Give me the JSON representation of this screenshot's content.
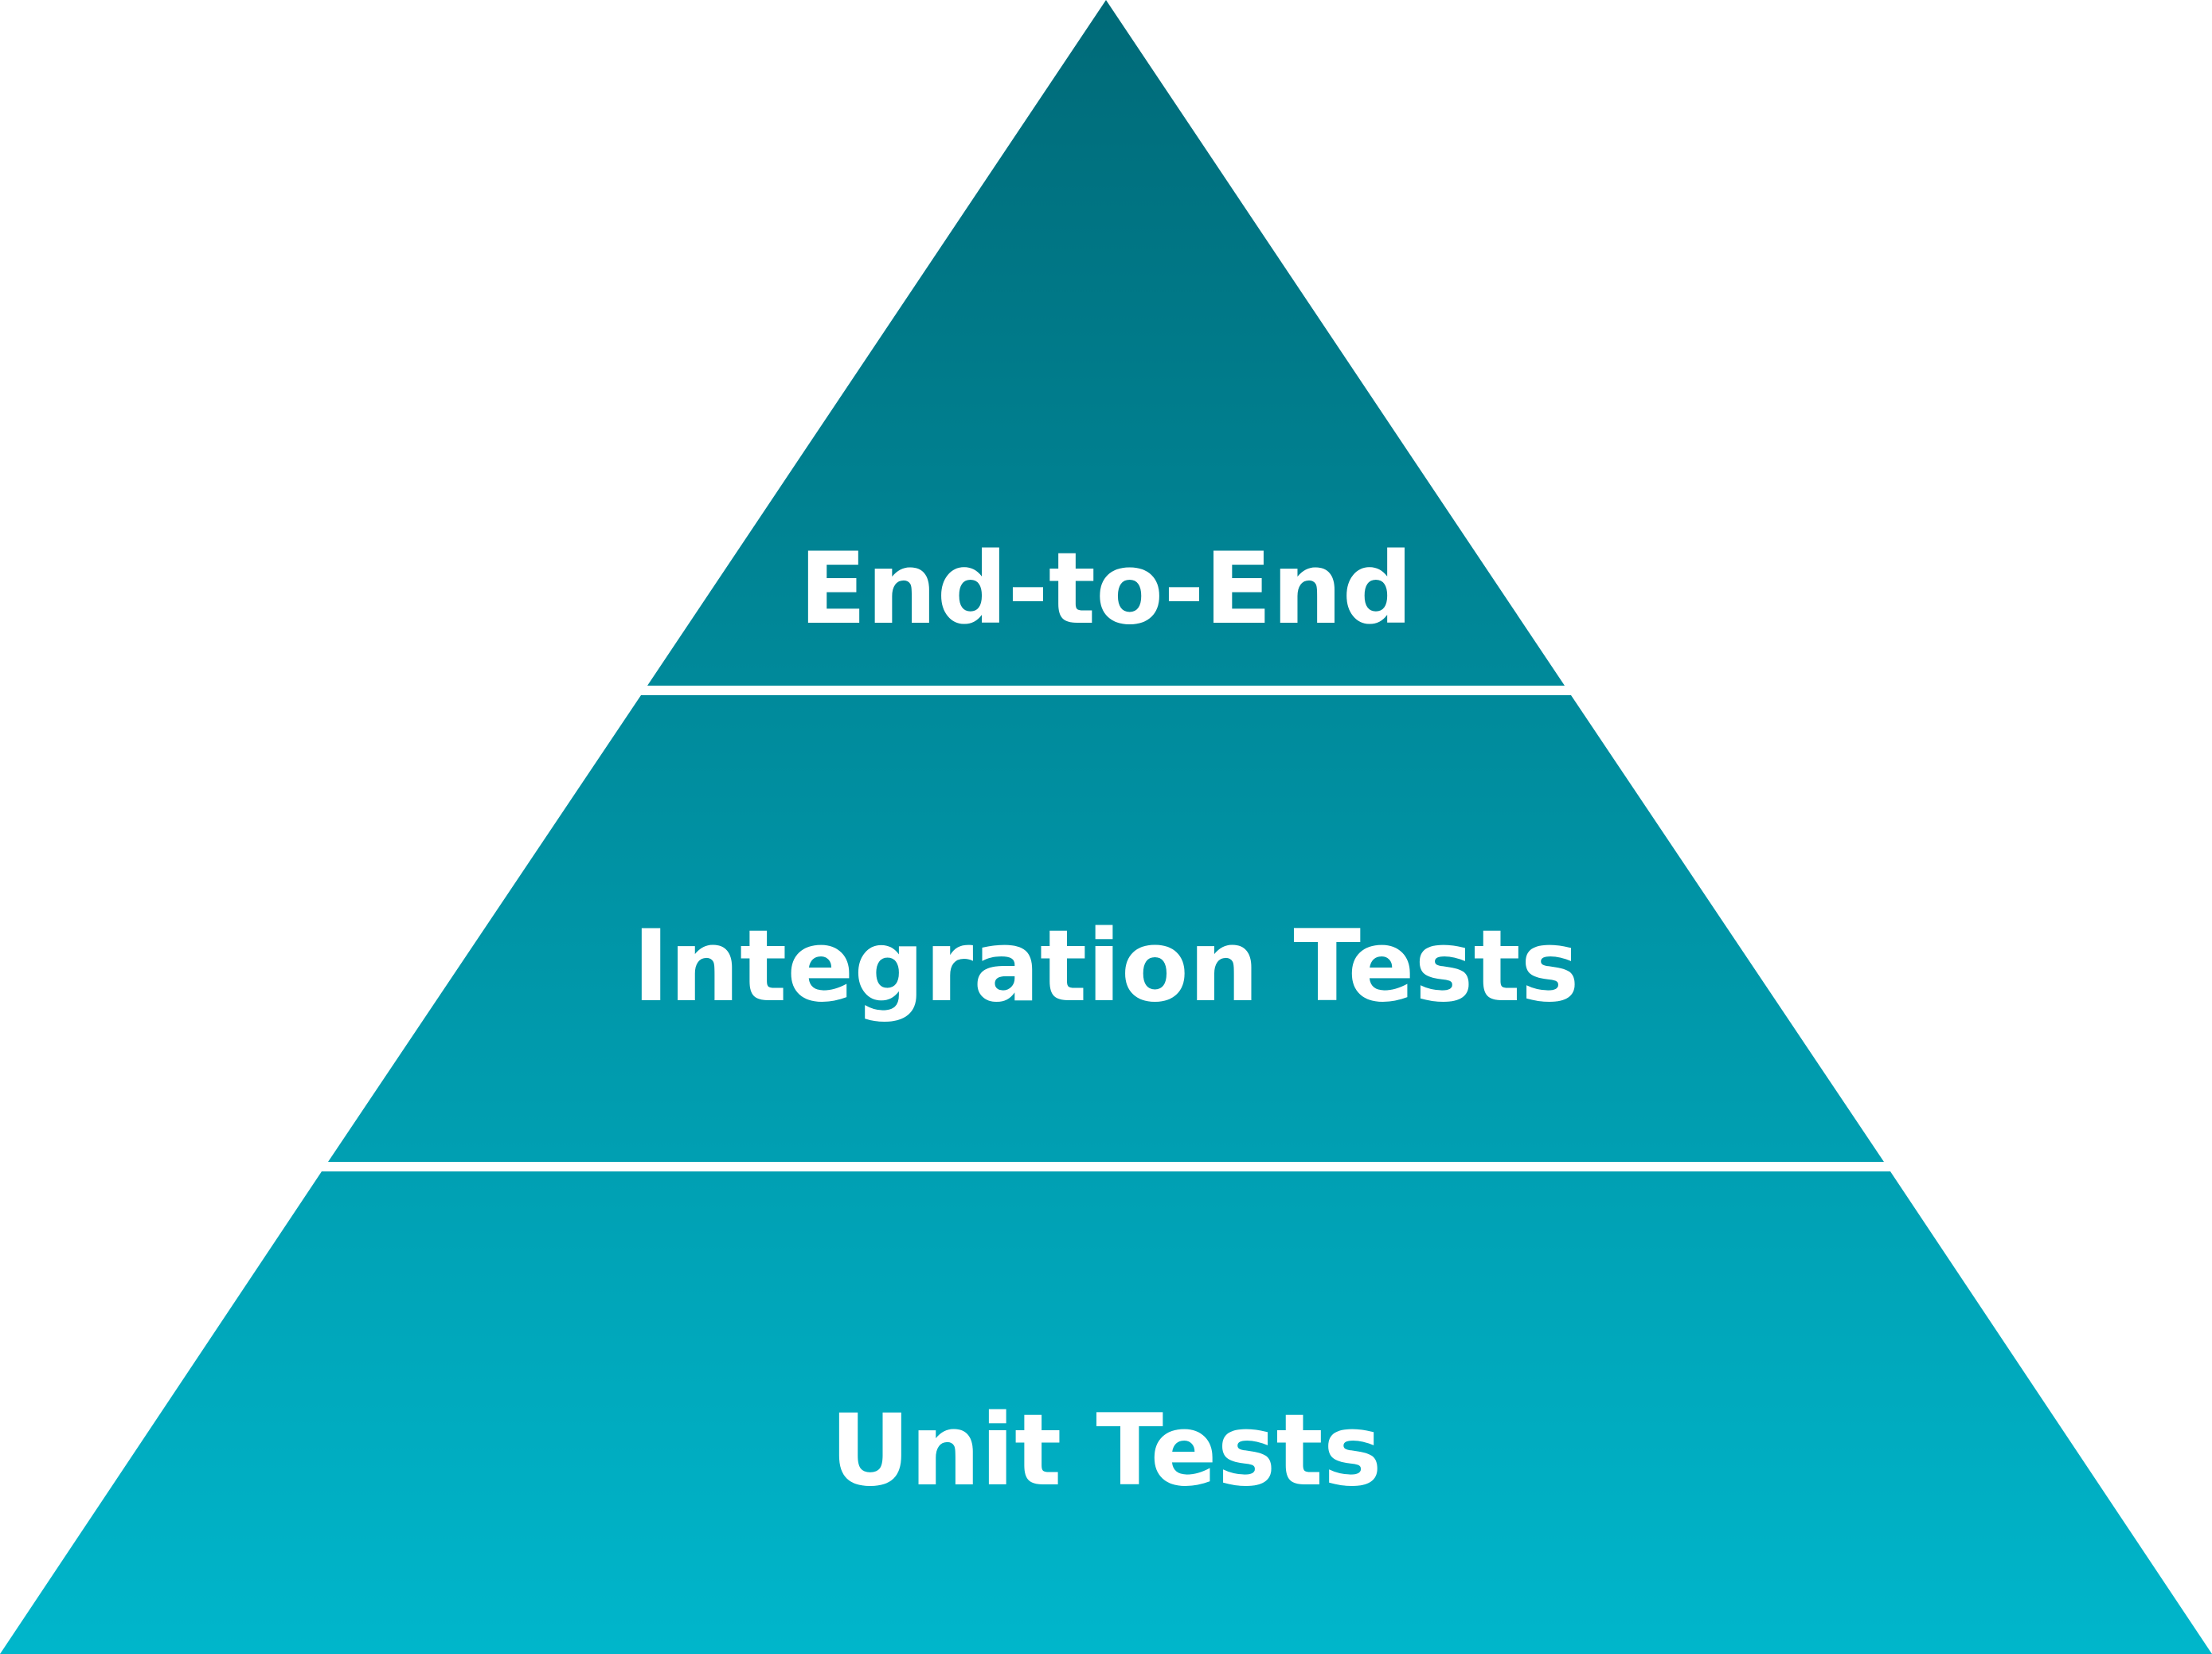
{
  "pyramid": {
    "tiers": [
      {
        "label": "End-to-End"
      },
      {
        "label": "Integration Tests"
      },
      {
        "label": "Unit Tests"
      }
    ],
    "colors": {
      "top": "#006A78",
      "bottom": "#00B6CB",
      "separator": "#ffffff",
      "text": "#ffffff"
    }
  }
}
